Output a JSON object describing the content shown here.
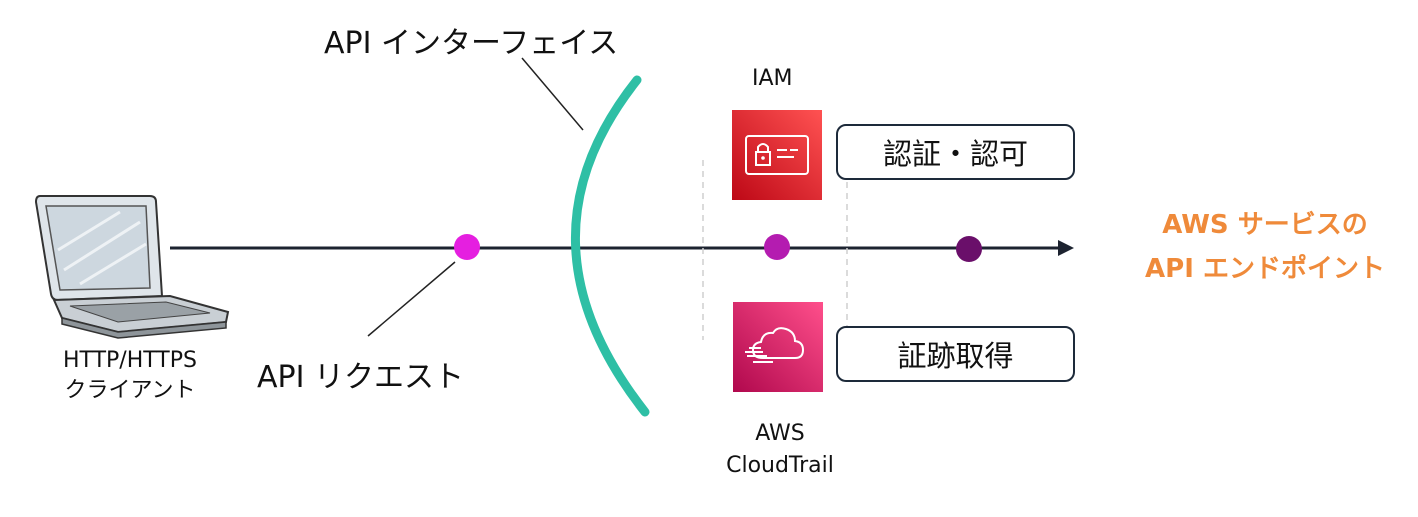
{
  "labels": {
    "api_interface": "API インターフェイス",
    "api_request": "API リクエスト",
    "client_line1": "HTTP/HTTPS",
    "client_line2": "クライアント",
    "iam": "IAM",
    "cloudtrail_line1": "AWS",
    "cloudtrail_line2": "CloudTrail",
    "endpoint_line1": "AWS サービスの",
    "endpoint_line2": "API エンドポイント"
  },
  "boxes": {
    "auth": "認証・認可",
    "trail": "証跡取得"
  },
  "colors": {
    "interface_arc": "#2ebfa5",
    "request_dot": "#e51fe0",
    "iam_dot": "#b41cb0",
    "endpoint_dot": "#6a0f6a",
    "endpoint_text": "#ef8a3a",
    "iam_icon": "#dd2c2c",
    "cloudtrail_icon": "#e7357a"
  },
  "icons": {
    "client": "laptop-icon",
    "iam": "iam-id-card-lock-icon",
    "cloudtrail": "cloudtrail-cloud-icon"
  }
}
